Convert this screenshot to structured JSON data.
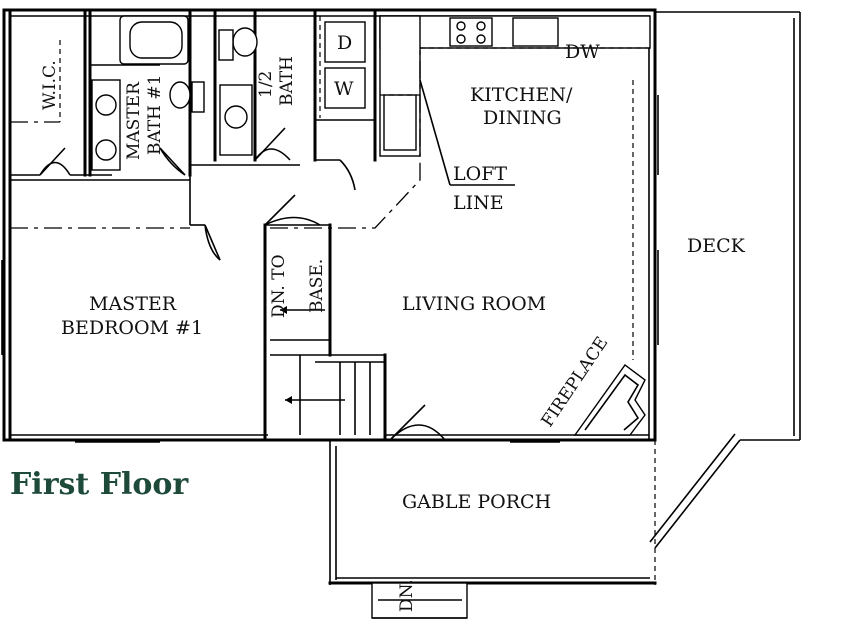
{
  "floor_title": "First Floor",
  "colors": {
    "title": "#1d4a39",
    "ink": "#000000"
  },
  "rooms": {
    "wic": "W.I.C.",
    "master_bath_line1": "MASTER",
    "master_bath_line2": "BATH #1",
    "half_bath_line1": "1/2",
    "half_bath_line2": "BATH",
    "dryer": "D",
    "washer": "W",
    "dishwasher": "DW",
    "kitchen_line1": "KITCHEN/",
    "kitchen_line2": "DINING",
    "loft_line1": "LOFT",
    "loft_line2": "LINE",
    "deck": "DECK",
    "master_bedroom_line1": "MASTER",
    "master_bedroom_line2": "BEDROOM #1",
    "stairs_line1": "DN. TO",
    "stairs_line2": "BASE.",
    "living_room": "LIVING ROOM",
    "fireplace": "FIREPLACE",
    "gable_porch": "GABLE PORCH",
    "porch_down": "DN."
  }
}
